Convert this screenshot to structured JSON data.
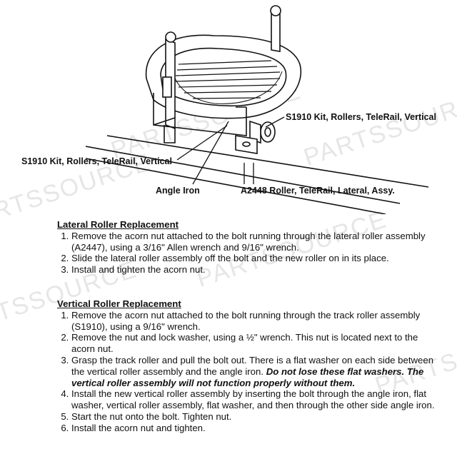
{
  "watermark": "PARTSSOURCE",
  "diagram": {
    "labels": {
      "vertical_roller_right": "S1910 Kit, Rollers, TeleRail, Vertical",
      "vertical_roller_left": "S1910 Kit, Rollers, TeleRail, Vertical",
      "angle_iron": "Angle Iron",
      "lateral_roller": "A2448 Roller, TeleRail, Lateral, Assy."
    }
  },
  "lateral": {
    "heading": "Lateral Roller Replacement",
    "steps": [
      "Remove the acorn nut attached to the bolt running through the lateral roller assembly (A2447), using a 3/16\" Allen wrench and 9/16\" wrench.",
      "Slide the lateral roller assembly off the bolt and the new roller on in its place.",
      "Install and tighten the acorn nut."
    ]
  },
  "vertical": {
    "heading": "Vertical Roller Replacement",
    "steps": [
      "Remove the acorn nut attached to the bolt running through the track roller assembly (S1910), using a 9/16\" wrench.",
      "Remove the nut and lock washer, using a ½\" wrench.  This nut is located next to the acorn nut.",
      "Grasp the track roller and pull the bolt out.  There is a flat washer on each side between the vertical roller assembly and the angle iron.",
      "Install the new vertical roller assembly by inserting the bolt through the angle iron, flat washer, vertical roller assembly, flat washer, and then through the other side angle iron.",
      "Start the nut onto the bolt.  Tighten nut.",
      "Install the acorn nut and tighten."
    ],
    "step3_warning": "Do not lose these flat washers.  The vertical roller assembly will not function properly without them."
  }
}
